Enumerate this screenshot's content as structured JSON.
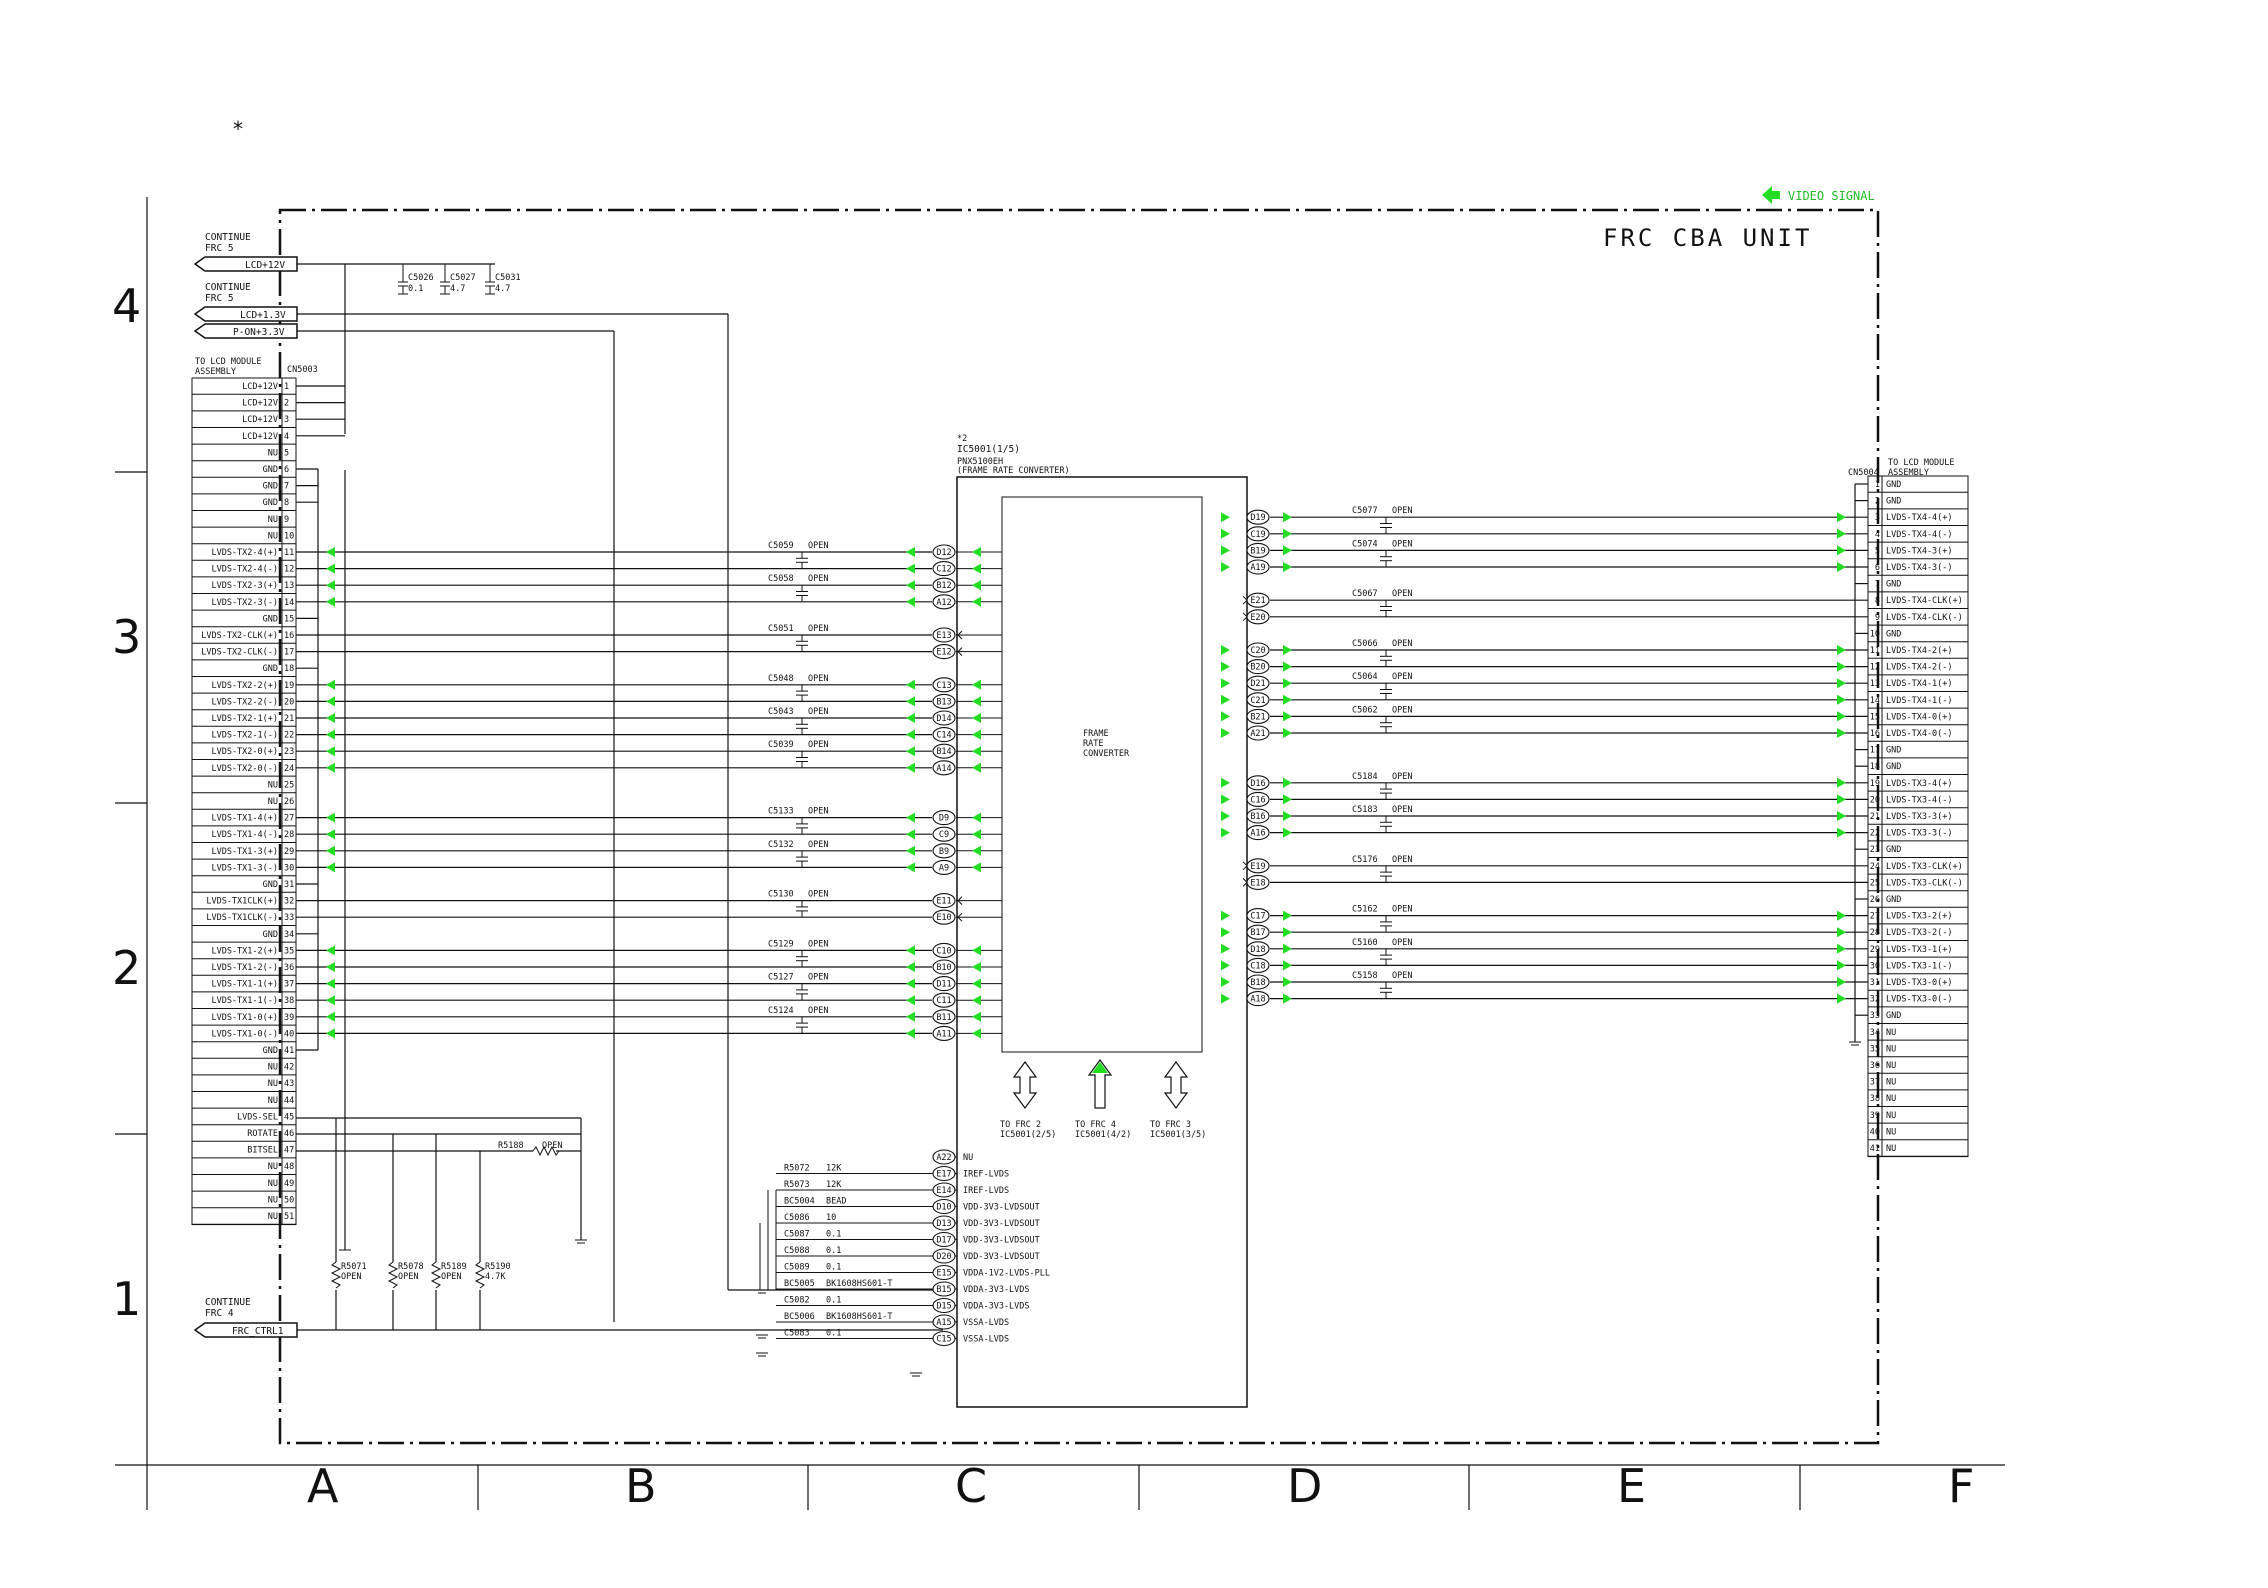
{
  "header": {
    "mark": "*"
  },
  "legend": {
    "video_signal": "VIDEO SIGNAL",
    "color": "#22dd22"
  },
  "unit_title": "FRC CBA UNIT",
  "grid": {
    "rows": [
      "4",
      "3",
      "2",
      "1"
    ],
    "cols": [
      "A",
      "B",
      "C",
      "D",
      "E",
      "F"
    ]
  },
  "continue": {
    "frc5_a": {
      "text1": "CONTINUE",
      "text2": "FRC 5",
      "net": "LCD+12V"
    },
    "frc5_b": {
      "text1": "CONTINUE",
      "text2": "FRC 5",
      "net1": "LCD+1.3V",
      "net2": "P-ON+3.3V"
    },
    "frc4": {
      "text1": "CONTINUE",
      "text2": "FRC 4",
      "net": "FRC_CTRL1"
    }
  },
  "caps_top": [
    {
      "ref": "C5026",
      "val": "0.1"
    },
    {
      "ref": "C5027",
      "val": "4.7"
    },
    {
      "ref": "C5031",
      "val": "4.7"
    }
  ],
  "cn5003": {
    "ref": "CN5003",
    "dest1": "TO LCD MODULE",
    "dest2": "ASSEMBLY",
    "pins": [
      "LCD+12V",
      "LCD+12V",
      "LCD+12V",
      "LCD+12V",
      "NU",
      "GND",
      "GND",
      "GND",
      "NU",
      "NU",
      "LVDS-TX2-4(+)",
      "LVDS-TX2-4(-)",
      "LVDS-TX2-3(+)",
      "LVDS-TX2-3(-)",
      "GND",
      "LVDS-TX2-CLK(+)",
      "LVDS-TX2-CLK(-)",
      "GND",
      "LVDS-TX2-2(+)",
      "LVDS-TX2-2(-)",
      "LVDS-TX2-1(+)",
      "LVDS-TX2-1(-)",
      "LVDS-TX2-0(+)",
      "LVDS-TX2-0(-)",
      "NU",
      "NU",
      "LVDS-TX1-4(+)",
      "LVDS-TX1-4(-)",
      "LVDS-TX1-3(+)",
      "LVDS-TX1-3(-)",
      "GND",
      "LVDS-TX1CLK(+)",
      "LVDS-TX1CLK(-)",
      "GND",
      "LVDS-TX1-2(+)",
      "LVDS-TX1-2(-)",
      "LVDS-TX1-1(+)",
      "LVDS-TX1-1(-)",
      "LVDS-TX1-0(+)",
      "LVDS-TX1-0(-)",
      "GND",
      "NU",
      "NU",
      "NU",
      "LVDS-SEL",
      "ROTATE",
      "BITSEL",
      "NU",
      "NU",
      "NU",
      "NU"
    ]
  },
  "cn5004": {
    "ref": "CN5004",
    "dest1": "TO LCD MODULE",
    "dest2": "ASSEMBLY",
    "pins": [
      "GND",
      "GND",
      "LVDS-TX4-4(+)",
      "LVDS-TX4-4(-)",
      "LVDS-TX4-3(+)",
      "LVDS-TX4-3(-)",
      "GND",
      "LVDS-TX4-CLK(+)",
      "LVDS-TX4-CLK(-)",
      "GND",
      "LVDS-TX4-2(+)",
      "LVDS-TX4-2(-)",
      "LVDS-TX4-1(+)",
      "LVDS-TX4-1(-)",
      "LVDS-TX4-0(+)",
      "LVDS-TX4-0(-)",
      "GND",
      "GND",
      "LVDS-TX3-4(+)",
      "LVDS-TX3-4(-)",
      "LVDS-TX3-3(+)",
      "LVDS-TX3-3(-)",
      "GND",
      "LVDS-TX3-CLK(+)",
      "LVDS-TX3-CLK(-)",
      "GND",
      "LVDS-TX3-2(+)",
      "LVDS-TX3-2(-)",
      "LVDS-TX3-1(+)",
      "LVDS-TX3-1(-)",
      "LVDS-TX3-0(+)",
      "LVDS-TX3-0(-)",
      "GND",
      "NU",
      "NU",
      "NU",
      "NU",
      "NU",
      "NU",
      "NU",
      "NU"
    ]
  },
  "ic": {
    "note": "*2",
    "ref": "IC5001(1/5)",
    "part": "PNX5100EH",
    "desc": "(FRAME RATE CONVERTER)",
    "block1": "FRAME",
    "block2": "RATE",
    "block3": "CONVERTER",
    "to_frc": [
      {
        "t1": "TO FRC 2",
        "t2": "IC5001(2/5)"
      },
      {
        "t1": "TO FRC 4",
        "t2": "IC5001(4/2)"
      },
      {
        "t1": "TO FRC 3",
        "t2": "IC5001(3/5)"
      }
    ]
  },
  "left_balls": [
    {
      "ball": "D12",
      "pin": 11,
      "cap": "C5059",
      "val": "OPEN"
    },
    {
      "ball": "C12",
      "pin": 12
    },
    {
      "ball": "B12",
      "pin": 13,
      "cap": "C5058",
      "val": "OPEN"
    },
    {
      "ball": "A12",
      "pin": 14
    },
    {
      "ball": "E13",
      "pin": 16,
      "cap": "C5051",
      "val": "OPEN"
    },
    {
      "ball": "E12",
      "pin": 17
    },
    {
      "ball": "C13",
      "pin": 19,
      "cap": "C5048",
      "val": "OPEN"
    },
    {
      "ball": "B13",
      "pin": 20
    },
    {
      "ball": "D14",
      "pin": 21,
      "cap": "C5043",
      "val": "OPEN"
    },
    {
      "ball": "C14",
      "pin": 22
    },
    {
      "ball": "B14",
      "pin": 23,
      "cap": "C5039",
      "val": "OPEN"
    },
    {
      "ball": "A14",
      "pin": 24
    },
    {
      "ball": "D9",
      "pin": 27,
      "cap": "C5133",
      "val": "OPEN"
    },
    {
      "ball": "C9",
      "pin": 28
    },
    {
      "ball": "B9",
      "pin": 29,
      "cap": "C5132",
      "val": "OPEN"
    },
    {
      "ball": "A9",
      "pin": 30
    },
    {
      "ball": "E11",
      "pin": 32,
      "cap": "C5130",
      "val": "OPEN"
    },
    {
      "ball": "E10",
      "pin": 33
    },
    {
      "ball": "C10",
      "pin": 35,
      "cap": "C5129",
      "val": "OPEN"
    },
    {
      "ball": "B10",
      "pin": 36
    },
    {
      "ball": "D11",
      "pin": 37,
      "cap": "C5127",
      "val": "OPEN"
    },
    {
      "ball": "C11",
      "pin": 38
    },
    {
      "ball": "B11",
      "pin": 39,
      "cap": "C5124",
      "val": "OPEN"
    },
    {
      "ball": "A11",
      "pin": 40
    }
  ],
  "right_balls": [
    {
      "ball": "D19",
      "pin": 3,
      "cap": "C5077",
      "val": "OPEN"
    },
    {
      "ball": "C19",
      "pin": 4
    },
    {
      "ball": "B19",
      "pin": 5,
      "cap": "C5074",
      "val": "OPEN"
    },
    {
      "ball": "A19",
      "pin": 6
    },
    {
      "ball": "E21",
      "pin": 8,
      "cap": "C5067",
      "val": "OPEN"
    },
    {
      "ball": "E20",
      "pin": 9
    },
    {
      "ball": "C20",
      "pin": 11,
      "cap": "C5066",
      "val": "OPEN"
    },
    {
      "ball": "B20",
      "pin": 12
    },
    {
      "ball": "D21",
      "pin": 13,
      "cap": "C5064",
      "val": "OPEN"
    },
    {
      "ball": "C21",
      "pin": 14
    },
    {
      "ball": "B21",
      "pin": 15,
      "cap": "C5062",
      "val": "OPEN"
    },
    {
      "ball": "A21",
      "pin": 16
    },
    {
      "ball": "D16",
      "pin": 19,
      "cap": "C5184",
      "val": "OPEN"
    },
    {
      "ball": "C16",
      "pin": 20
    },
    {
      "ball": "B16",
      "pin": 21,
      "cap": "C5183",
      "val": "OPEN"
    },
    {
      "ball": "A16",
      "pin": 22
    },
    {
      "ball": "E19",
      "pin": 24,
      "cap": "C5176",
      "val": "OPEN"
    },
    {
      "ball": "E18",
      "pin": 25
    },
    {
      "ball": "C17",
      "pin": 27,
      "cap": "C5162",
      "val": "OPEN"
    },
    {
      "ball": "B17",
      "pin": 28
    },
    {
      "ball": "D18",
      "pin": 29,
      "cap": "C5160",
      "val": "OPEN"
    },
    {
      "ball": "C18",
      "pin": 30
    },
    {
      "ball": "B18",
      "pin": 31,
      "cap": "C5158",
      "val": "OPEN"
    },
    {
      "ball": "A18",
      "pin": 32
    }
  ],
  "power_pins": [
    {
      "ball": "A22",
      "label": "NU"
    },
    {
      "ball": "E17",
      "label": "IREF-LVDS",
      "part": "R5072",
      "val": "12K"
    },
    {
      "ball": "E14",
      "label": "IREF-LVDS",
      "part": "R5073",
      "val": "12K"
    },
    {
      "ball": "D10",
      "label": "VDD-3V3-LVDSOUT",
      "part": "BC5004",
      "val": "BEAD"
    },
    {
      "ball": "D13",
      "label": "VDD-3V3-LVDSOUT",
      "part": "C5086",
      "val": "10"
    },
    {
      "ball": "D17",
      "label": "VDD-3V3-LVDSOUT",
      "part": "C5087",
      "val": "0.1"
    },
    {
      "ball": "D20",
      "label": "VDD-3V3-LVDSOUT",
      "part": "C5088",
      "val": "0.1"
    },
    {
      "ball": "E15",
      "label": "VDDA-1V2-LVDS-PLL",
      "part": "C5089",
      "val": "0.1"
    },
    {
      "ball": "B15",
      "label": "VDDA-3V3-LVDS",
      "part": "BC5005",
      "val": "BK1608HS601-T"
    },
    {
      "ball": "D15",
      "label": "VDDA-3V3-LVDS",
      "part": "C5082",
      "val": "0.1"
    },
    {
      "ball": "A15",
      "label": "VSSA-LVDS",
      "part": "BC5006",
      "val": "BK1608HS601-T"
    },
    {
      "ball": "C15",
      "label": "VSSA-LVDS",
      "part": "C5083",
      "val": "0.1"
    }
  ],
  "r5188": {
    "ref": "R5188",
    "val": "OPEN"
  },
  "bottom_resistors": [
    {
      "ref": "R5071",
      "val": "OPEN"
    },
    {
      "ref": "R5078",
      "val": "OPEN"
    },
    {
      "ref": "R5189",
      "val": "OPEN"
    },
    {
      "ref": "R5190",
      "val": "4.7K"
    }
  ]
}
